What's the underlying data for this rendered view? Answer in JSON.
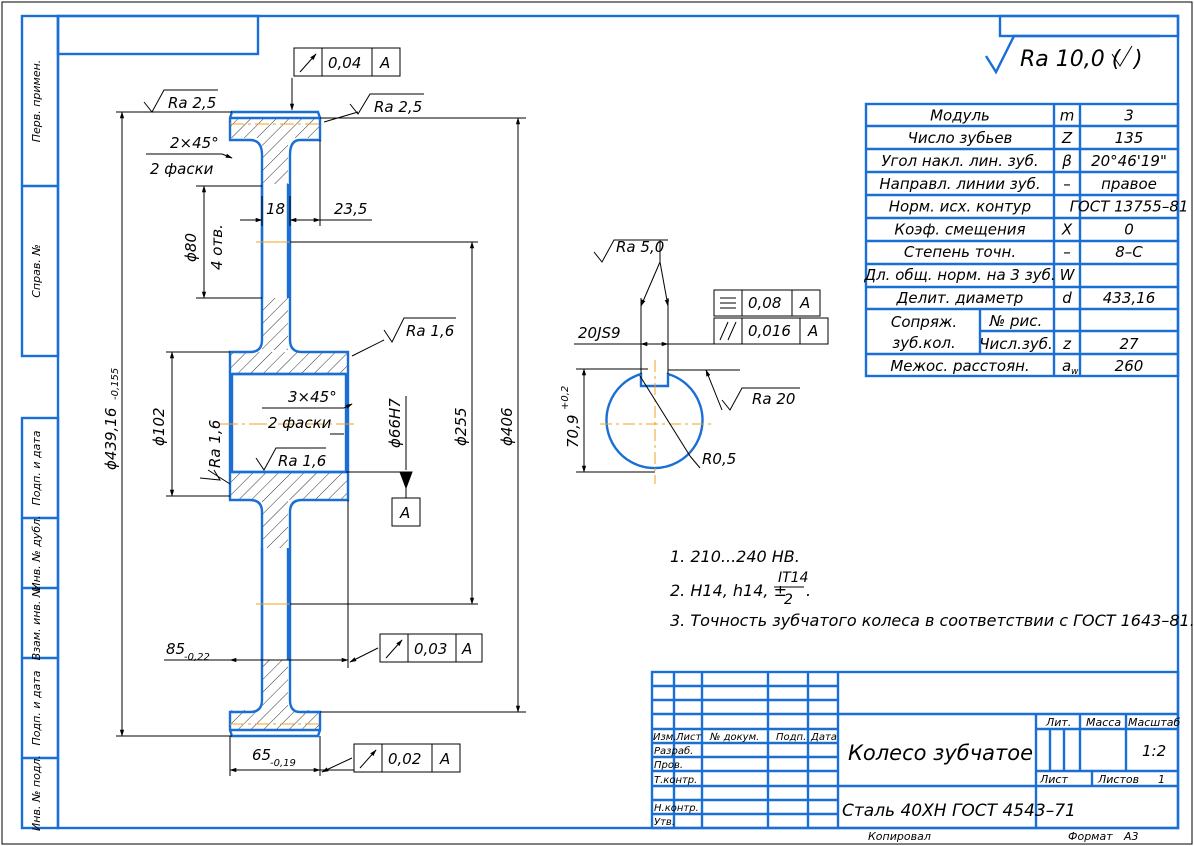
{
  "roughness": {
    "general": "Ra 10,0 (",
    "general_close": ")",
    "top_left": "Ra 2,5",
    "top_right": "Ra 2,5",
    "hub": "Ra 1,6",
    "bore_side": "Ra 1,6",
    "bore_top": "Ra 1,6",
    "keyway_side": "Ra 5,0",
    "keyway_outer": "Ra 20"
  },
  "tolerances": {
    "top": {
      "value": "0,04",
      "datum": "A"
    },
    "mid": {
      "value": "0,03",
      "datum": "A"
    },
    "bottom": {
      "value": "0,02",
      "datum": "A"
    },
    "sym": {
      "value": "0,08",
      "datum": "A"
    },
    "par": {
      "value": "0,016",
      "datum": "A"
    },
    "datum_box": "A"
  },
  "dimensions": {
    "chamfer1": "2×45°",
    "chamfer1_note": "2 фаски",
    "chamfer2": "3×45°",
    "chamfer2_note": "2 фаски",
    "d80": "ϕ80",
    "holes": "4 отв.",
    "w18": "18",
    "w235": "23,5",
    "d102": "ϕ102",
    "d66": "ϕ66H7",
    "d255": "ϕ255",
    "d406": "ϕ406",
    "d43916": "ϕ439,16",
    "d43916_tol": "-0,155",
    "w85": "85",
    "w85_tol": "-0,22",
    "w65": "65",
    "w65_tol": "-0,19",
    "key_w": "20JS9",
    "key_h": "70,9",
    "key_h_tol": "+0,2",
    "r05": "R0,5"
  },
  "params_table": [
    [
      "Модуль",
      "m",
      "3"
    ],
    [
      "Число зубьев",
      "Z",
      "135"
    ],
    [
      "Угол накл. лин. зуб.",
      "β",
      "20°46'19\""
    ],
    [
      "Направл. линии зуб.",
      "–",
      "правое"
    ],
    [
      "Норм. исх. контур",
      "",
      "ГОСТ 13755–81"
    ],
    [
      "Коэф. смещения",
      "X",
      "0"
    ],
    [
      "Степень точн.",
      "–",
      "8–С"
    ],
    [
      "Дл. общ. норм. на 3 зуб.",
      "W",
      ""
    ],
    [
      "Делит. диаметр",
      "d",
      "433,16"
    ]
  ],
  "mating": {
    "label1": "Сопряж.",
    "label2": "зуб.кол.",
    "fig_label": "№ рис.",
    "teeth_label": "Числ.зуб.",
    "teeth_sym": "z",
    "teeth_val": "27"
  },
  "center_dist": {
    "label": "Межос. расстоян.",
    "sym": "a",
    "sub": "w",
    "value": "260"
  },
  "notes": {
    "n1": "1.  210...240 HB.",
    "n2": "2.  H14,  h14,  ±",
    "n2_num": "IT14",
    "n2_den": "2",
    "n2_end": ".",
    "n3": "3.  Точность зубчатого колеса в соответствии с ГОСТ 1643–81."
  },
  "title_block": {
    "name": "Колесо зубчатое",
    "material": "Сталь 40ХН ГОСТ 4543–71",
    "col_izm": "Изм.",
    "col_list": "Лист",
    "col_doc": "№ докум.",
    "col_sign": "Подп.",
    "col_date": "Дата",
    "razrab": "Разраб.",
    "prov": "Пров.",
    "tkontr": "Т.контр.",
    "nkontr": "Н.контр.",
    "utv": "Утв.",
    "lit": "Лит.",
    "massa": "Масса",
    "masshtab": "Масштаб",
    "scale": "1:2",
    "sheet": "Лист",
    "sheets": "Листов",
    "sheets_n": "1",
    "copied": "Копировал",
    "format": "Формат",
    "format_v": "А3"
  },
  "side_stamps": [
    "Перв. примен.",
    "Справ. №",
    "Подп. и дата",
    "Инв. № дубл.",
    "Взам. инв. №",
    "Подп. и дата",
    "Инв. № подл."
  ]
}
